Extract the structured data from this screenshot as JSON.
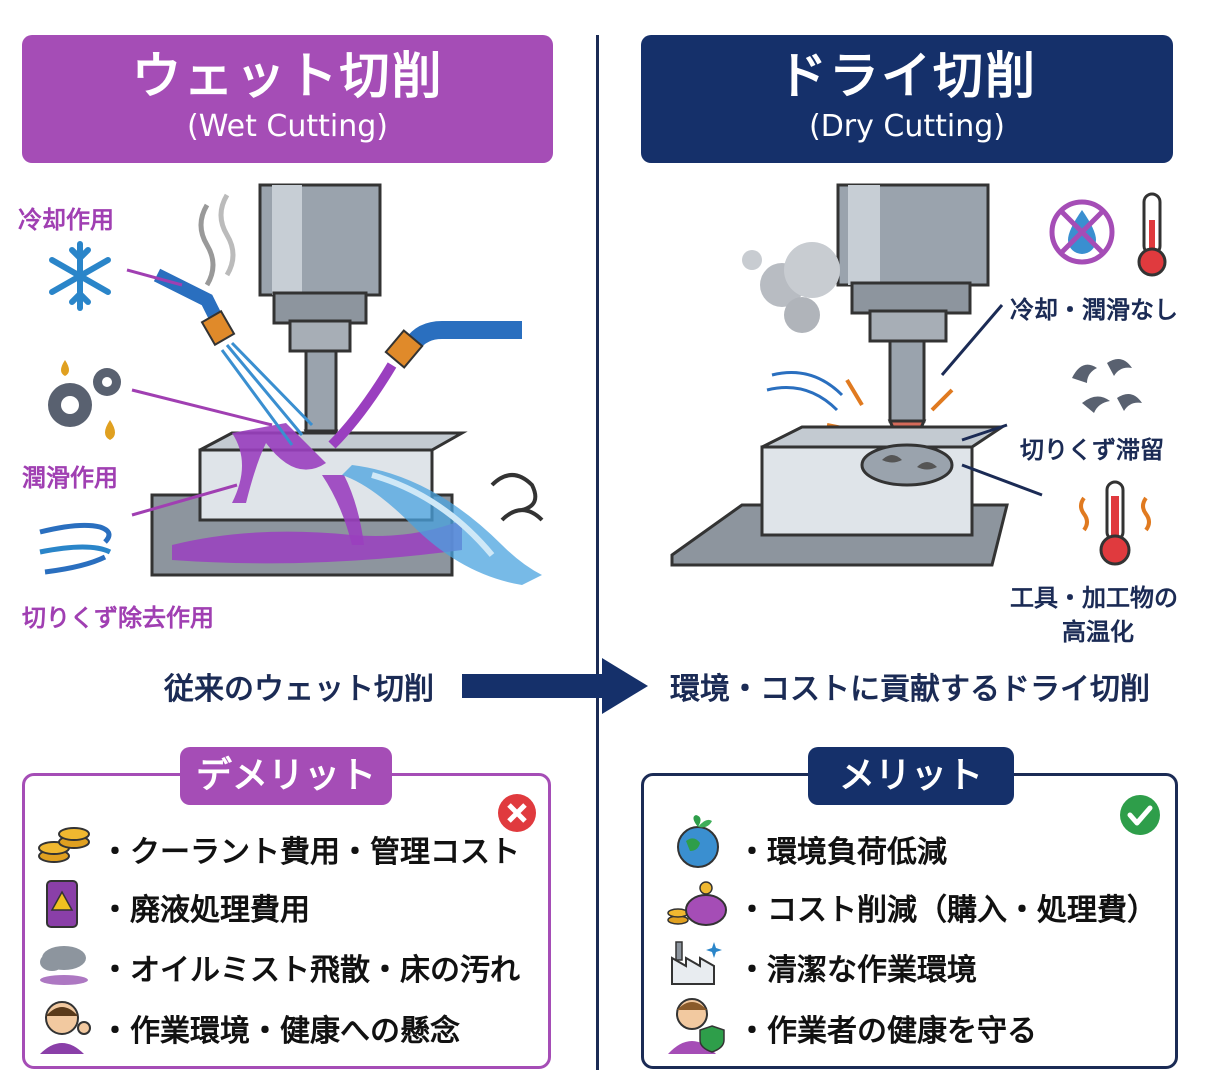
{
  "wet": {
    "title_jp": "ウェット切削",
    "title_en": "(Wet Cutting)",
    "labels": {
      "cooling": "冷却作用",
      "lubrication": "潤滑作用",
      "chip_removal": "切りくず除去作用"
    },
    "caption": "従来のウェット切削",
    "panel_title": "デメリット",
    "demerits": [
      "・クーラント費用・管理コスト",
      "・廃液処理費用",
      "・オイルミスト飛散・床の汚れ",
      "・作業環境・健康への懸念"
    ]
  },
  "dry": {
    "title_jp": "ドライ切削",
    "title_en": "(Dry Cutting)",
    "labels": {
      "no_coolant": "冷却・潤滑なし",
      "chip_retention": "切りくず滞留",
      "high_temp_line1": "工具・加工物の",
      "high_temp_line2": "高温化"
    },
    "caption": "環境・コストに貢献するドライ切削",
    "panel_title": "メリット",
    "merits": [
      "・環境負荷低減",
      "・コスト削減（購入・処理費）",
      "・清潔な作業環境",
      "・作業者の健康を守る"
    ]
  },
  "colors": {
    "wet_accent": "#a54db6",
    "dry_accent": "#15306a",
    "bad": "#e03a3e",
    "good": "#2e9e4a",
    "coolant": "#9a3fbf",
    "water": "#3a8fd0"
  },
  "icons": {
    "wet": [
      "snowflake-icon",
      "gear-oil-icon",
      "wind-icon"
    ],
    "dry": [
      "no-water-icon",
      "thermometer-icon",
      "chips-icon",
      "hot-thermometer-icon"
    ],
    "demerits": [
      "coins-icon",
      "waste-barrel-icon",
      "mist-cloud-icon",
      "coughing-worker-icon"
    ],
    "merits": [
      "earth-icon",
      "piggy-bank-icon",
      "clean-factory-icon",
      "worker-shield-icon"
    ]
  }
}
